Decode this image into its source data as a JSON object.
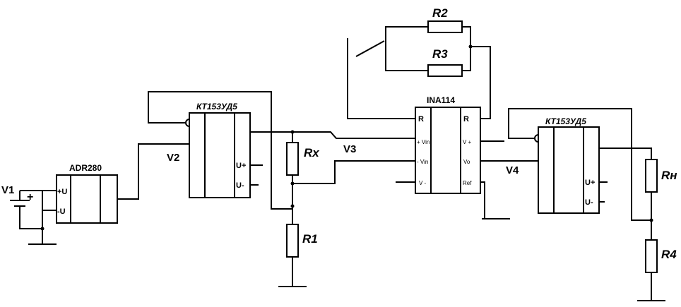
{
  "labels": {
    "v1": "V1",
    "v2": "V2",
    "v3": "V3",
    "v4": "V4",
    "rx": "Rx",
    "r1": "R1",
    "r2": "R2",
    "r3": "R3",
    "rn": "Rн",
    "r4": "R4"
  },
  "chips": {
    "adr": {
      "name": "ADR280",
      "pin_plus": "+U",
      "pin_minus": "-U"
    },
    "opamp1": {
      "name": "КТ153УД5",
      "pin_vplus": "U+",
      "pin_vminus": "U-"
    },
    "ina": {
      "name": "INA114",
      "pin_r_left": "R",
      "pin_r_right": "R",
      "pin_vin_plus": "+ Vin",
      "pin_vin_minus": "- Vin",
      "pin_v_minus": "V -",
      "pin_v_plus": "V +",
      "pin_vo": "Vo",
      "pin_ref": "Ref"
    },
    "opamp2": {
      "name": "КТ153УД5",
      "pin_vplus": "U+",
      "pin_vminus": "U-"
    }
  },
  "battery": {
    "plus": "+"
  }
}
